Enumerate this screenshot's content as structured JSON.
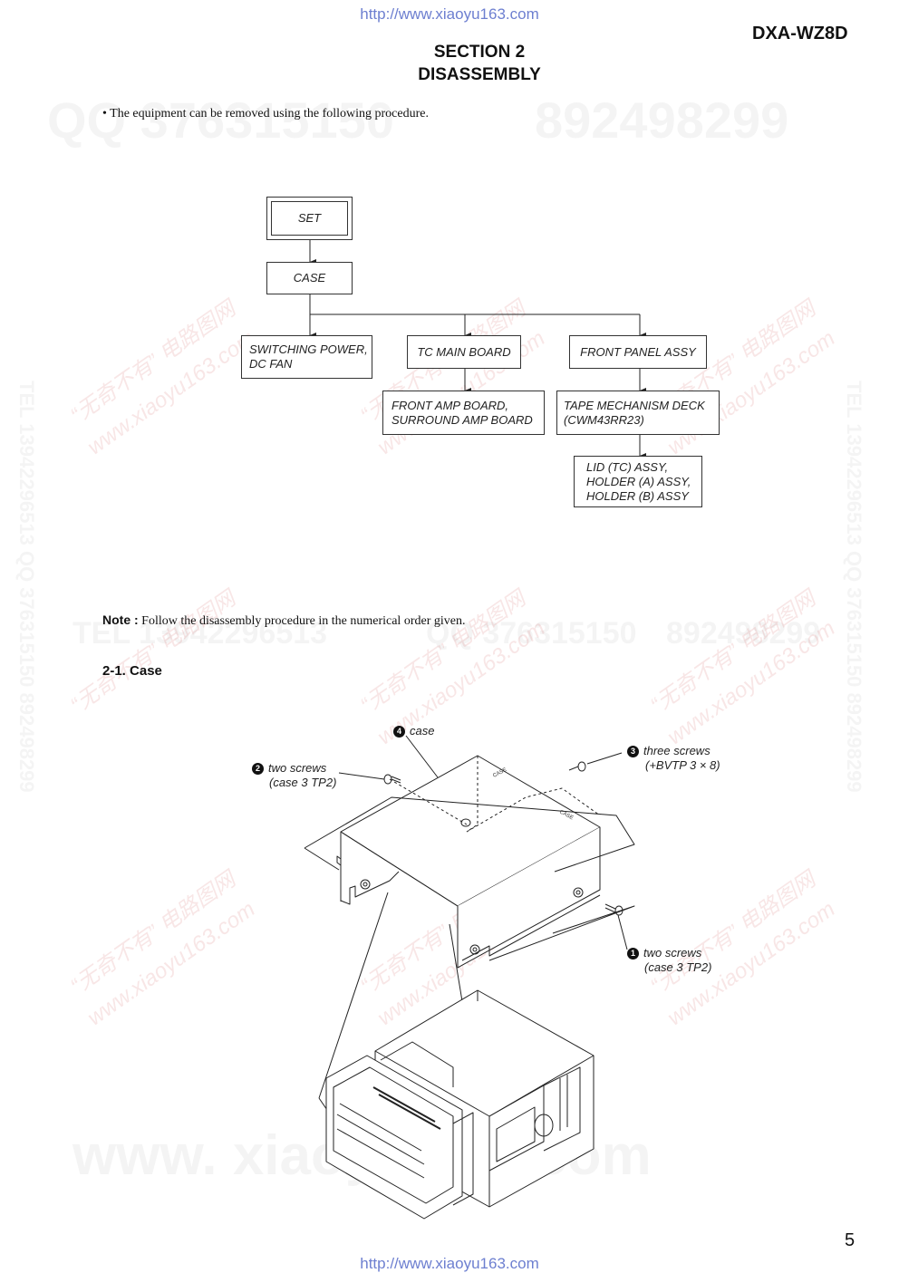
{
  "header": {
    "url": "http://www.xiaoyu163.com",
    "model": "DXA-WZ8D",
    "section": "SECTION 2",
    "section_title": "DISASSEMBLY"
  },
  "intro": "• The equipment can be removed using the following procedure.",
  "flowchart": {
    "set": "SET",
    "case": "CASE",
    "switching_power_l1": "SWITCHING POWER,",
    "switching_power_l2": "DC FAN",
    "tc_main_board": "TC MAIN BOARD",
    "front_panel_assy": "FRONT PANEL ASSY",
    "front_amp_l1": "FRONT AMP BOARD,",
    "front_amp_l2": "SURROUND AMP BOARD",
    "tape_mech_l1": "TAPE MECHANISM DECK",
    "tape_mech_l2": "(CWM43RR23)",
    "lid_l1": "LID (TC) ASSY,",
    "lid_l2": "HOLDER (A) ASSY,",
    "lid_l3": "HOLDER (B) ASSY"
  },
  "note": {
    "label": "Note :",
    "text": "Follow the disassembly procedure in the numerical order given."
  },
  "subsection": "2-1. Case",
  "callouts": {
    "c1_num": "1",
    "c1_l1": "two screws",
    "c1_l2": "(case 3 TP2)",
    "c2_num": "2",
    "c2_l1": "two screws",
    "c2_l2": "(case 3 TP2)",
    "c3_num": "3",
    "c3_l1": "three screws",
    "c3_l2": "(+BVTP 3 × 8)",
    "c4_num": "4",
    "c4_l1": "case"
  },
  "page_number": "5",
  "watermarks": {
    "qq_top_left": "QQ 376315150",
    "qq_top_right": "892498299",
    "tel_mid": "TEL 13942296513",
    "qq_mid": "QQ 376315150",
    "qq_mid_right": "892498299",
    "side_right": "TEL 13942296513  QQ 376315150  892498299",
    "side_left": "TEL 13942296513  QQ 376315150  892498299",
    "www_bottom": "www. xiaoyu163. com",
    "cn_red": "“无奇不有” 电路图网",
    "www_red": "www.xiaoyu163.com"
  }
}
